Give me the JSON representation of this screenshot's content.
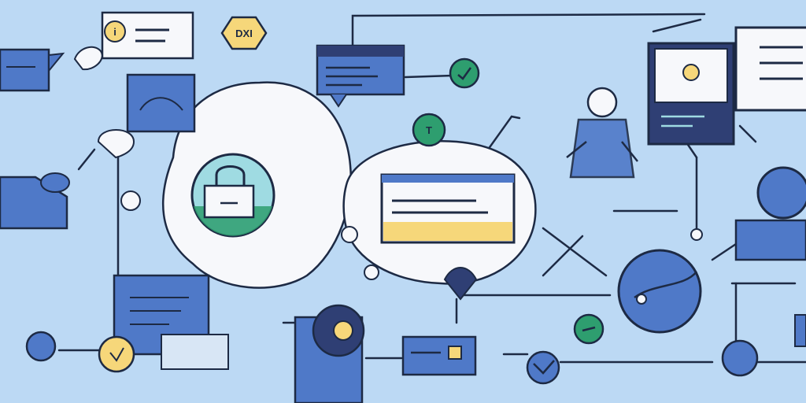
{
  "palette": {
    "background": "#bcd9f4",
    "ink": "#1d2a44",
    "blue": "#4f79c8",
    "navy": "#2f3f74",
    "green": "#2e9e6f",
    "yellow": "#f6d77a",
    "white": "#ffffff",
    "teal": "#9fdbe2"
  },
  "badges": {
    "hex_badge": "DXI",
    "green_node": "T",
    "info_bubble": "i"
  },
  "icons": [
    "lock-icon",
    "lightbulb-icon",
    "chat-bubble-icon",
    "monitor-icon",
    "globe-icon",
    "person-icon",
    "checkmark-icon",
    "folder-icon",
    "location-pin-icon"
  ]
}
